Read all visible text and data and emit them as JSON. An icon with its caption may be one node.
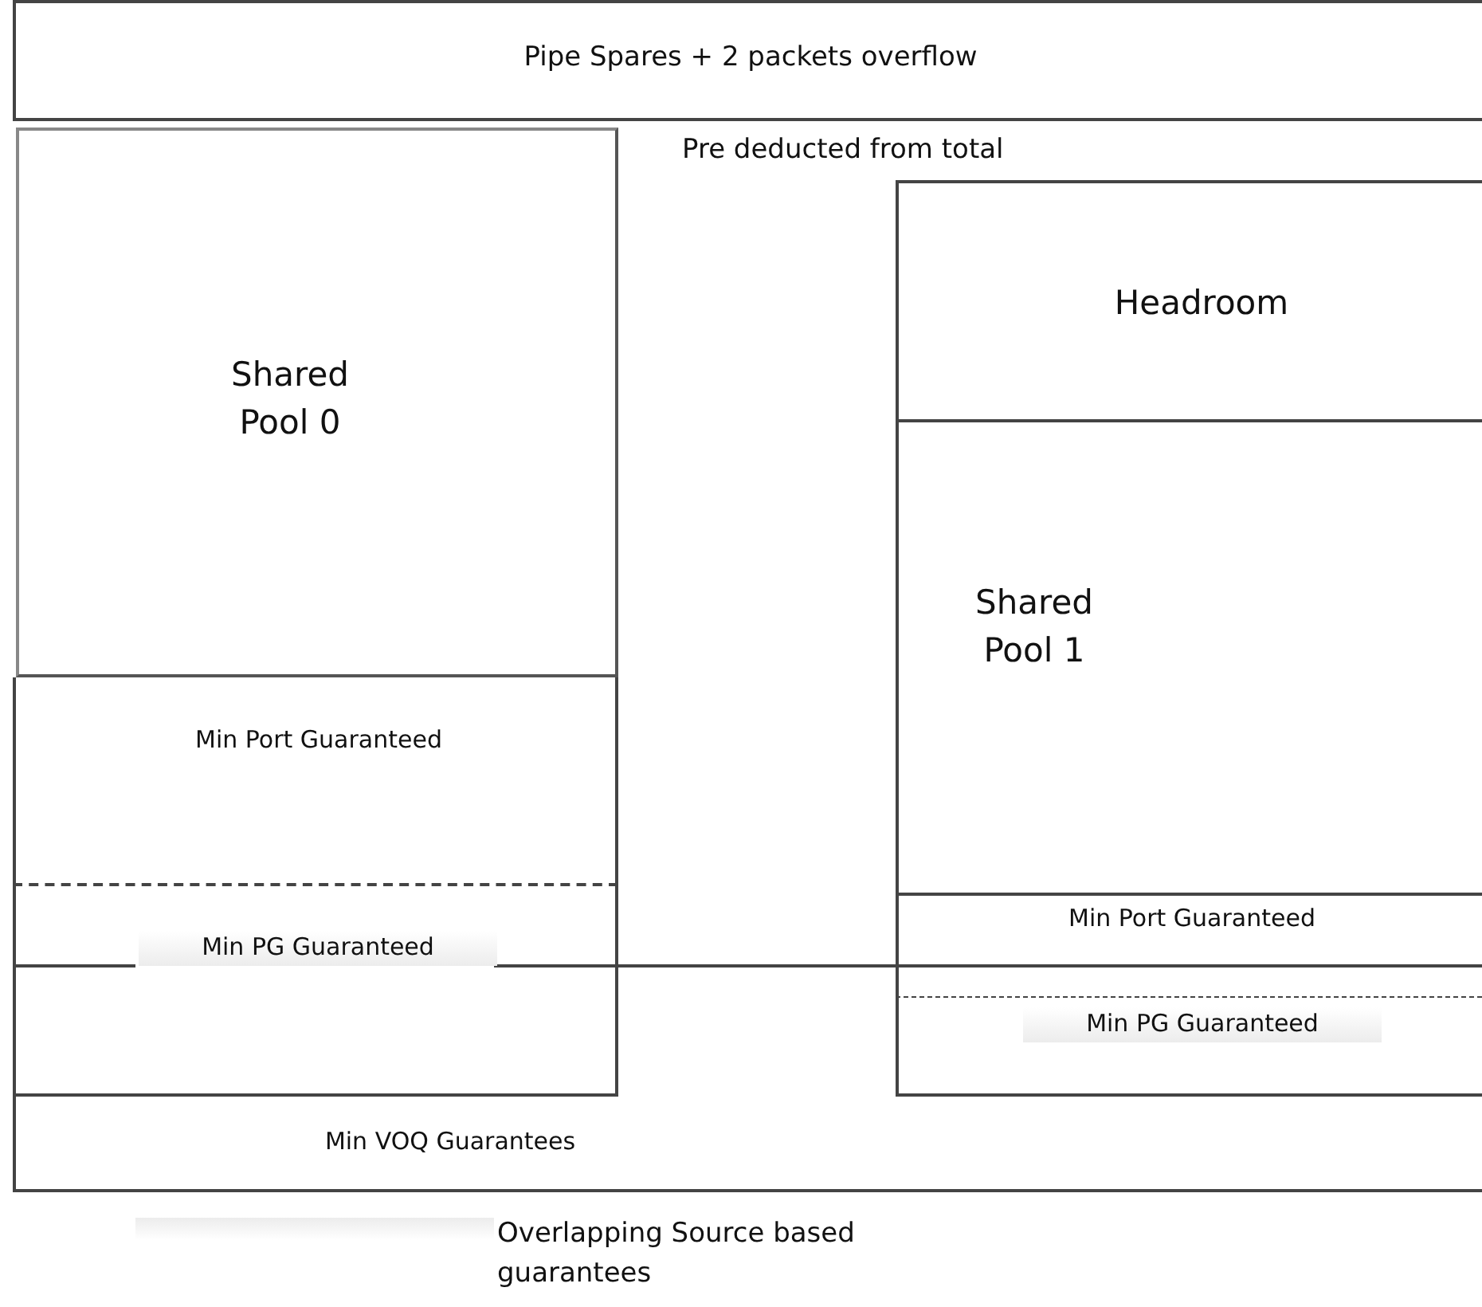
{
  "diagram": {
    "nodes": [
      {
        "text": [
          "Pipe Spares + 2 packets overflow"
        ]
      },
      {
        "text": [
          "Shared Pool 0"
        ]
      },
      {
        "text": [
          "Min Port Guaranteed"
        ]
      },
      {
        "text": [
          "Min PG Guaranteed"
        ]
      },
      {
        "text": [
          "Headroom"
        ]
      },
      {
        "text": [
          "Shared Pool 1"
        ]
      },
      {
        "text": [
          "Min Port Guaranteed"
        ]
      },
      {
        "text": [
          "Min PG Guaranteed"
        ]
      },
      {
        "text": [
          "Min VOQ Guarantees"
        ]
      }
    ],
    "labels": [
      "Pre deducted from total"
    ],
    "legend": [
      {
        "text": "Overlapping Source based guarantees",
        "color": "#ececec"
      }
    ]
  }
}
